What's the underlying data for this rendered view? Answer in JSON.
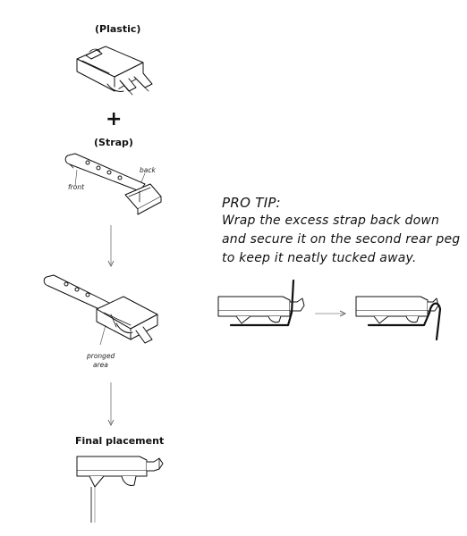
{
  "steps": {
    "plastic_label": "(Plastic)",
    "plus_symbol": "+",
    "strap_label": "(Strap)",
    "back_label": "back",
    "front_label": "front",
    "pronged_label_line1": "pronged",
    "pronged_label_line2": "area",
    "final_label": "Final placement"
  },
  "pro_tip": {
    "title": "PRO TIP:",
    "lines": [
      "Wrap the excess strap back down",
      "and secure it on the second rear peg",
      "to keep it neatly tucked away."
    ]
  },
  "icons": {
    "plastic": "plastic-mount-part-icon",
    "strap": "strap-part-icon",
    "assembled": "assembled-mount-icon",
    "final": "final-placement-icon",
    "tip_before": "strap-before-icon",
    "tip_after": "strap-after-icon",
    "arrow": "down-arrow-icon"
  }
}
